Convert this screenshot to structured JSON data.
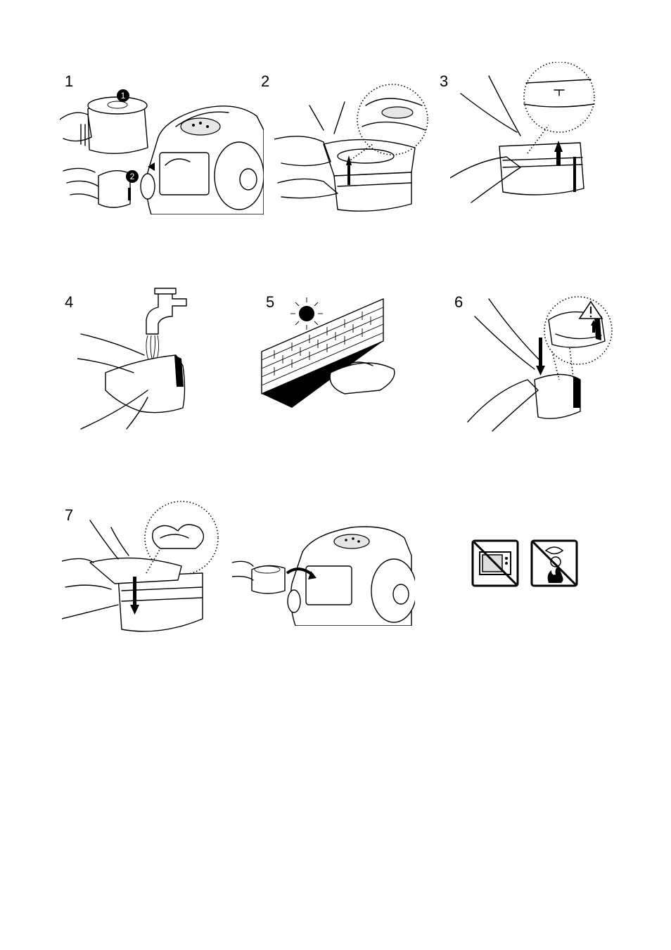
{
  "steps": [
    {
      "number": "1",
      "badges": [
        "1",
        "2"
      ]
    },
    {
      "number": "2"
    },
    {
      "number": "3"
    },
    {
      "number": "4"
    },
    {
      "number": "5"
    },
    {
      "number": "6"
    },
    {
      "number": "7"
    }
  ],
  "icons": {
    "warning": "warning-triangle-icon",
    "no_microwave": "no-microwave-icon",
    "no_fire": "no-fire-icon"
  }
}
